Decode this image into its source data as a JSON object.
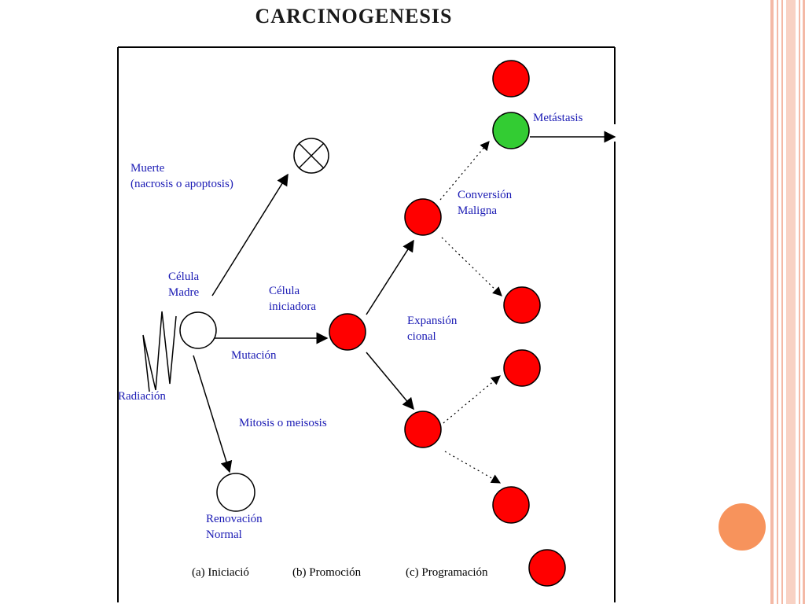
{
  "slide": {
    "title": "CARCINOGENESIS",
    "colors": {
      "accent_orange": "#f7935c",
      "border_pink": "#f4b9a6"
    }
  },
  "diagram": {
    "labels": {
      "muerte_1": "Muerte",
      "muerte_2": "(nacrosis o apoptosis)",
      "madre_1": "Célula",
      "madre_2": "Madre",
      "iniciadora_1": "Célula",
      "iniciadora_2": "iniciadora",
      "mutacion": "Mutación",
      "radiacion": "Radiación",
      "mitosis": "Mitosis o meisosis",
      "renovacion_1": "Renovación",
      "renovacion_2": "Normal",
      "conversion_1": "Conversión",
      "conversion_2": "Maligna",
      "expansion_1": "Expansión",
      "expansion_2": "cional",
      "metastasis": "Metástasis"
    },
    "legend": {
      "a": "(a) Iniciació",
      "b": "(b) Promoción",
      "c": "(c) Programación"
    },
    "colors": {
      "tumor": "#ff0000",
      "metastatic": "#33cc33",
      "text": "#1a1ab4"
    }
  }
}
